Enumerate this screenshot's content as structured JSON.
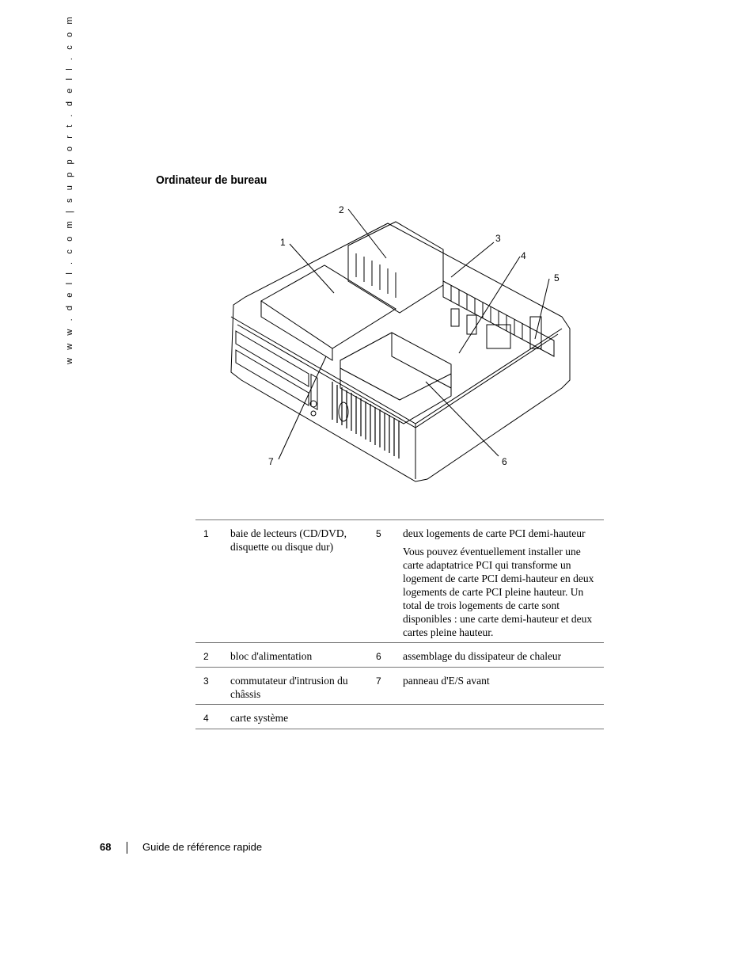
{
  "side_url": "w w w . d e l l . c o m   |   s u p p o r t . d e l l . c o m",
  "section_title": "Ordinateur de bureau",
  "figure": {
    "callouts": [
      "1",
      "2",
      "3",
      "4",
      "5",
      "6",
      "7"
    ]
  },
  "legend": [
    {
      "n1": "1",
      "d1": "baie de lecteurs (CD/DVD, disquette ou disque dur)",
      "n2": "5",
      "d2": "deux logements de carte PCI demi-hauteur",
      "note": "Vous pouvez éventuellement installer une carte adaptatrice PCI qui transforme un logement de carte PCI demi-hauteur en deux logements de carte PCI pleine hauteur. Un total de trois logements de carte sont disponibles : une carte demi-hauteur et deux cartes pleine hauteur."
    },
    {
      "n1": "2",
      "d1": "bloc d'alimentation",
      "n2": "6",
      "d2": "assemblage du dissipateur de chaleur"
    },
    {
      "n1": "3",
      "d1": "commutateur d'intrusion du châssis",
      "n2": "7",
      "d2": "panneau d'E/S avant"
    },
    {
      "n1": "4",
      "d1": "carte système",
      "n2": "",
      "d2": ""
    }
  ],
  "footer": {
    "page_number": "68",
    "title": "Guide de référence rapide"
  }
}
